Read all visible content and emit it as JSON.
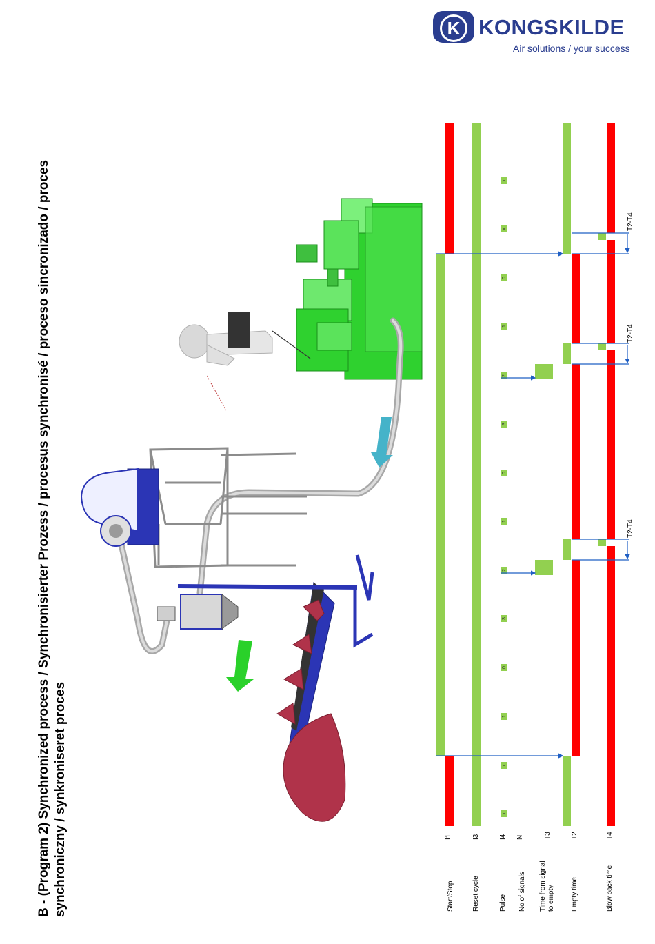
{
  "logo": {
    "letter": "K",
    "name": "KONGSKILDE",
    "tagline": "Air solutions / your success"
  },
  "title": "B - (Program 2) Synchronized process / Synchronisierter Prozess / procesus synchronisé / proceso sincronizado / proces synchroniczny / synkroniseret proces",
  "colors": {
    "on": "#92d050",
    "off": "#ff0000",
    "brand": "#2a3d8f",
    "arrow": "#1f5fc4"
  },
  "rows": [
    {
      "label": "Start/Stop",
      "code": "I1"
    },
    {
      "label": "Reset cycle",
      "code": "I3"
    },
    {
      "label": "Pulse",
      "code": "I4"
    },
    {
      "label": "No of signals",
      "code": "N"
    },
    {
      "label": "Time from signal to empty",
      "code": "T3"
    },
    {
      "label": "Empty time",
      "code": "T2"
    },
    {
      "label": "Blow back time",
      "code": "T4"
    }
  ],
  "signals": [
    "x",
    "x",
    "0",
    "1",
    "2",
    "3",
    "0",
    "1",
    "2",
    "3",
    "0",
    "1",
    "x",
    "x"
  ],
  "annotations": [
    "T2-T4",
    "T2-T4",
    "T2-T4"
  ]
}
